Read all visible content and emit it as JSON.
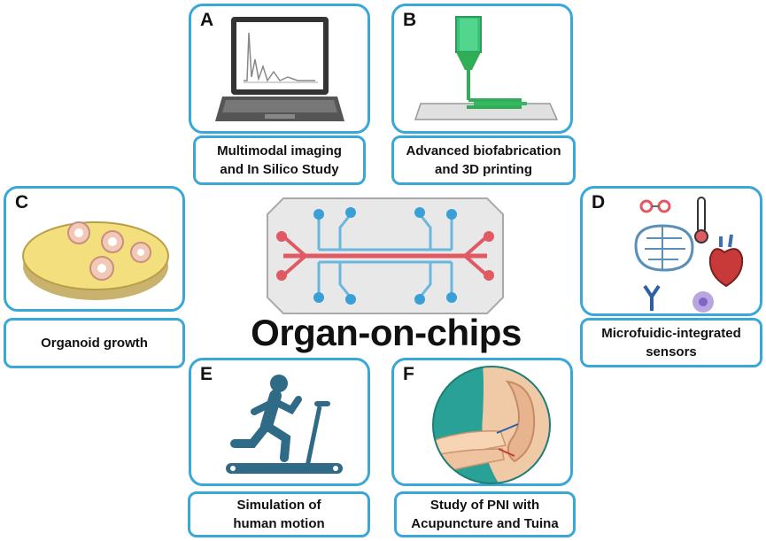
{
  "title": "Organ-on-chips",
  "panels": [
    {
      "letter": "A",
      "caption": "Multimodal imaging\nand In Silico Study",
      "icon": "laptop-plot-icon"
    },
    {
      "letter": "B",
      "caption": "Advanced biofabrication\nand 3D printing",
      "icon": "bioprinter-nozzle-icon"
    },
    {
      "letter": "C",
      "caption": "Organoid growth",
      "icon": "petri-dish-organoid-icon"
    },
    {
      "letter": "D",
      "caption": "Microfuidic-integrated\nsensors",
      "icon": "sensor-collage-icon"
    },
    {
      "letter": "E",
      "caption": "Simulation of\nhuman motion",
      "icon": "treadmill-runner-icon"
    },
    {
      "letter": "F",
      "caption": "Study of PNI with\nAcupuncture and Tuina",
      "icon": "ear-acupuncture-icon"
    }
  ],
  "colors": {
    "border": "#3aa7d9",
    "channel_red": "#e05a63",
    "channel_blue": "#6ab6dc",
    "printer_green": "#2fae55"
  }
}
